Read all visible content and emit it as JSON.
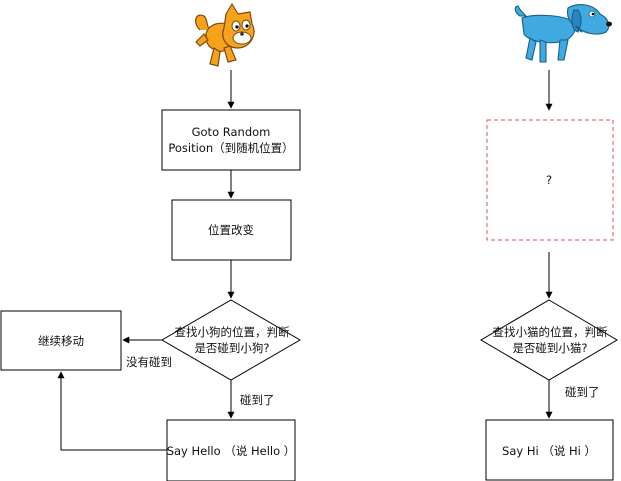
{
  "flow_cat": {
    "goto_line1": "Goto Random",
    "goto_line2": "Position（到随机位置）",
    "change_position": "位置改变",
    "check_line1": "查找小狗的位置，判断",
    "check_line2": "是否碰到小狗?",
    "keep_moving": "继续移动",
    "not_touched_label": "没有碰到",
    "touched_label": "碰到了",
    "say_hello": "Say Hello （说 Hello ）"
  },
  "flow_dog": {
    "unknown_step": "?",
    "check_line1": "查找小猫的位置，判断",
    "check_line2": "是否碰到小猫?",
    "touched_label": "碰到了",
    "say_hi": "Say Hi （说 Hi ）"
  },
  "colors": {
    "stroke": "#000000",
    "dashed_box": "#e05050",
    "cat_orange": "#f7a21b",
    "dog_blue": "#3fa9e0"
  },
  "icons": {
    "cat": "scratch-cat-icon",
    "dog": "scratch-dog-icon"
  }
}
